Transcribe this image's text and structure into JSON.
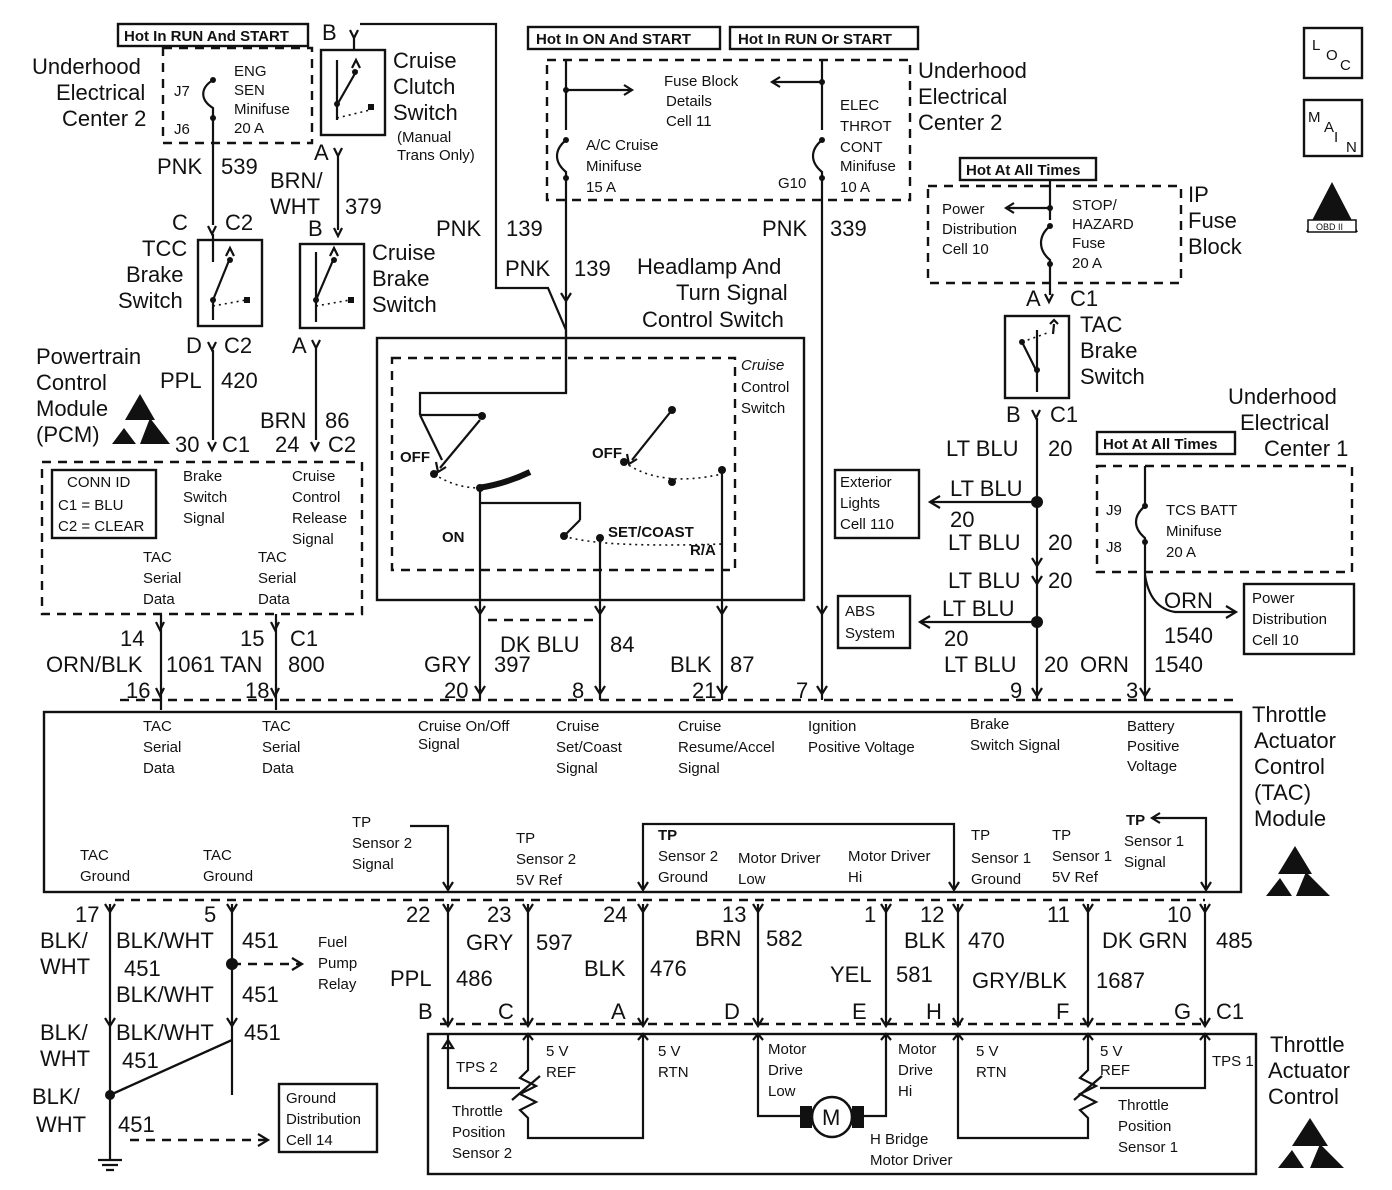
{
  "labels": {
    "hot_run_start": "Hot In RUN And START",
    "hot_on_start": "Hot In ON And START",
    "hot_run_or_start": "Hot In RUN Or START",
    "hot_all_times_1": "Hot At All Times",
    "hot_all_times_2": "Hot At All Times",
    "uec2_left": [
      "Underhood",
      "Electrical",
      "Center 2"
    ],
    "uec2_right": [
      "Underhood",
      "Electrical",
      "Center 2"
    ],
    "uec1": [
      "Underhood",
      "Electrical",
      "Center 1"
    ],
    "ip_fuse": [
      "IP",
      "Fuse",
      "Block"
    ],
    "eng_sen": [
      "ENG",
      "SEN",
      "Minifuse",
      "20 A"
    ],
    "j7": "J7",
    "j6": "J6",
    "j9": "J9",
    "j8": "J8",
    "g10": "G10",
    "cruise_clutch": [
      "Cruise",
      "Clutch",
      "Switch"
    ],
    "cruise_clutch_sub": [
      "(Manual",
      "Trans Only)"
    ],
    "fuse_block_details": [
      "Fuse Block",
      "Details",
      "Cell 11"
    ],
    "ac_cruise": [
      "A/C Cruise",
      "Minifuse",
      "15 A"
    ],
    "elec_throt": [
      "ELEC",
      "THROT",
      "CONT",
      "Minifuse",
      "10 A"
    ],
    "power_dist_top": [
      "Power",
      "Distribution",
      "Cell 10"
    ],
    "stop_hazard": [
      "STOP/",
      "HAZARD",
      "Fuse",
      "20 A"
    ],
    "tcc_brake": [
      "TCC",
      "Brake",
      "Switch"
    ],
    "cruise_brake": [
      "Cruise",
      "Brake",
      "Switch"
    ],
    "tac_brake": [
      "TAC",
      "Brake",
      "Switch"
    ],
    "headlamp": [
      "Headlamp And",
      "Turn Signal",
      "Control Switch"
    ],
    "cruise_control_switch": [
      "Cruise",
      "Control",
      "Switch"
    ],
    "pcm": [
      "Powertrain",
      "Control",
      "Module",
      "(PCM)"
    ],
    "conn_id": [
      "CONN ID",
      "C1 = BLU",
      "C2 = CLEAR"
    ],
    "pcm_brake_signal": [
      "Brake",
      "Switch",
      "Signal"
    ],
    "pcm_cruise_release": [
      "Cruise",
      "Control",
      "Release",
      "Signal"
    ],
    "pcm_tac_serial_1": [
      "TAC",
      "Serial",
      "Data"
    ],
    "pcm_tac_serial_2": [
      "TAC",
      "Serial",
      "Data"
    ],
    "exterior_lights": [
      "Exterior",
      "Lights",
      "Cell 110"
    ],
    "abs_system": [
      "ABS",
      "System"
    ],
    "tcs_batt": [
      "TCS BATT",
      "Minifuse",
      "20 A"
    ],
    "power_dist_right": [
      "Power",
      "Distribution",
      "Cell 10"
    ],
    "tac_module": [
      "Throttle",
      "Actuator",
      "Control",
      "(TAC)",
      "Module"
    ],
    "tac_col_tac_serial_1": [
      "TAC",
      "Serial",
      "Data"
    ],
    "tac_col_tac_serial_2": [
      "TAC",
      "Serial",
      "Data"
    ],
    "tac_col_cruise_onoff": [
      "Cruise On/Off",
      "Signal"
    ],
    "tac_col_set_coast": [
      "Cruise",
      "Set/Coast",
      "Signal"
    ],
    "tac_col_resume": [
      "Cruise",
      "Resume/Accel",
      "Signal"
    ],
    "tac_col_ignition": [
      "Ignition",
      "Positive  Voltage"
    ],
    "tac_col_brake": [
      "Brake",
      "Switch Signal"
    ],
    "tac_col_battery": [
      "Battery",
      "Positive",
      "Voltage"
    ],
    "tac_col_ground_1": [
      "TAC",
      "Ground"
    ],
    "tac_col_ground_2": [
      "TAC",
      "Ground"
    ],
    "tac_col_tp2_signal": [
      "TP",
      "Sensor 2",
      "Signal"
    ],
    "tac_col_tp2_5v": [
      "TP",
      "Sensor 2",
      "5V Ref"
    ],
    "tac_col_tp2_ground": [
      "TP",
      "Sensor 2",
      "Ground"
    ],
    "tac_col_motor_low": [
      "Motor Driver",
      "Low"
    ],
    "tac_col_motor_hi": [
      "Motor Driver",
      "Hi"
    ],
    "tac_col_tp1_ground": [
      "TP",
      "Sensor 1",
      "Ground"
    ],
    "tac_col_tp1_5v": [
      "TP",
      "Sensor 1",
      "5V Ref"
    ],
    "tac_col_tp1_signal": [
      "TP",
      "Sensor 1",
      "Signal"
    ],
    "fuel_pump": [
      "Fuel",
      "Pump",
      "Relay"
    ],
    "ground_dist": [
      "Ground",
      "Distribution",
      "Cell 14"
    ],
    "throttle_actuator": [
      "Throttle",
      "Actuator",
      "Control"
    ],
    "tps2": "TPS 2",
    "tps1": "TPS 1",
    "five_v_ref_l": [
      "5 V",
      "REF"
    ],
    "five_v_rtn_l": [
      "5 V",
      "RTN"
    ],
    "motor_low": [
      "Motor",
      "Drive",
      "Low"
    ],
    "motor_hi": [
      "Motor",
      "Drive",
      "Hi"
    ],
    "five_v_rtn_r": [
      "5 V",
      "RTN"
    ],
    "five_v_ref_r": [
      "5 V",
      "REF"
    ],
    "tps2_name": [
      "Throttle",
      "Position",
      "Sensor 2"
    ],
    "tps1_name": [
      "Throttle",
      "Position",
      "Sensor 1"
    ],
    "h_bridge": [
      "H Bridge",
      "Motor Driver"
    ],
    "motor_m": "M",
    "off_l": "OFF",
    "on_l": "ON",
    "off_r": "OFF",
    "set_coast": "SET/COAST",
    "r_a": "R/A",
    "loc_icon": [
      "L",
      "O",
      "C"
    ],
    "main_icon": [
      "M",
      "A",
      "I",
      "N"
    ],
    "obd_icon": "OBD II"
  },
  "wires": [
    "PNK",
    "539",
    "BRN/",
    "WHT",
    "379",
    "PPL",
    "420",
    "BRN",
    "86",
    "PNK",
    "139",
    "PNK",
    "139",
    "PNK",
    "339",
    "LT BLU",
    "20",
    "LT BLU",
    "20",
    "LT BLU",
    "20",
    "LT BLU",
    "20",
    "LT BLU",
    "20",
    "LT BLU",
    "20",
    "ORN",
    "1540",
    "ORN",
    "1540",
    "ORN/BLK",
    "1061",
    "TAN",
    "800",
    "GRY",
    "397",
    "DK BLU",
    "84",
    "BLK",
    "87",
    "BLK/",
    "WHT",
    "451",
    "BLK/WHT",
    "451",
    "BLK/WHT",
    "451",
    "BLK/",
    "WHT",
    "451",
    "BLK/WHT",
    "451",
    "BLK/",
    "WHT",
    "451",
    "PPL",
    "486",
    "GRY",
    "597",
    "BLK",
    "476",
    "BRN",
    "582",
    "YEL",
    "581",
    "BLK",
    "470",
    "GRY/BLK",
    "1687",
    "DK GRN",
    "485"
  ],
  "pins": [
    "B",
    "A",
    "C",
    "C2",
    "B",
    "D",
    "C2",
    "A",
    "30",
    "C1",
    "24",
    "C2",
    "A",
    "C1",
    "B",
    "C1",
    "14",
    "16",
    "15",
    "18",
    "C1",
    "20",
    "8",
    "21",
    "7",
    "9",
    "3",
    "17",
    "5",
    "22",
    "23",
    "24",
    "13",
    "1",
    "12",
    "11",
    "10",
    "B",
    "C",
    "A",
    "D",
    "E",
    "H",
    "F",
    "G",
    "C1"
  ]
}
